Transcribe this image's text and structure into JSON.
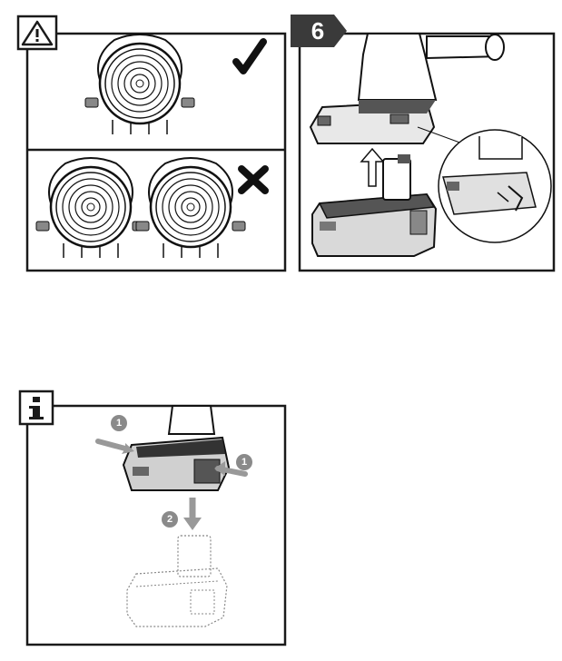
{
  "panels": {
    "warning": {
      "icon": "warning-triangle-icon",
      "correct_mark": "check-icon",
      "incorrect_mark": "cross-icon"
    },
    "step": {
      "number": "6",
      "illustration": "battery-removal-illustration"
    },
    "info": {
      "icon": "info-icon",
      "callouts": [
        "1",
        "1",
        "2"
      ]
    }
  },
  "colors": {
    "frame": "#1a1a1a",
    "tab_fill": "#3a3a3a",
    "callout": "#8a8a8a",
    "arrow": "#999999"
  }
}
